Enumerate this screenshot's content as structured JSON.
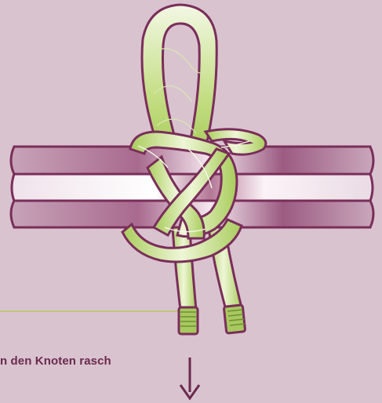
{
  "caption": "n den Knoten rasch",
  "icons": {
    "arrow": "down-arrow-icon",
    "knot": "rope-knot-illustration",
    "bar": "wooden-bar-illustration"
  },
  "colors": {
    "background": "#d9c3cf",
    "bar_dark": "#8a3d68",
    "bar_light": "#f1e4ec",
    "outline": "#7a2e5a",
    "rope_green": "#b6d66a",
    "rope_light": "#eef5d8",
    "leader_line": "#b9c65a",
    "arrow": "#6b2a4f"
  }
}
